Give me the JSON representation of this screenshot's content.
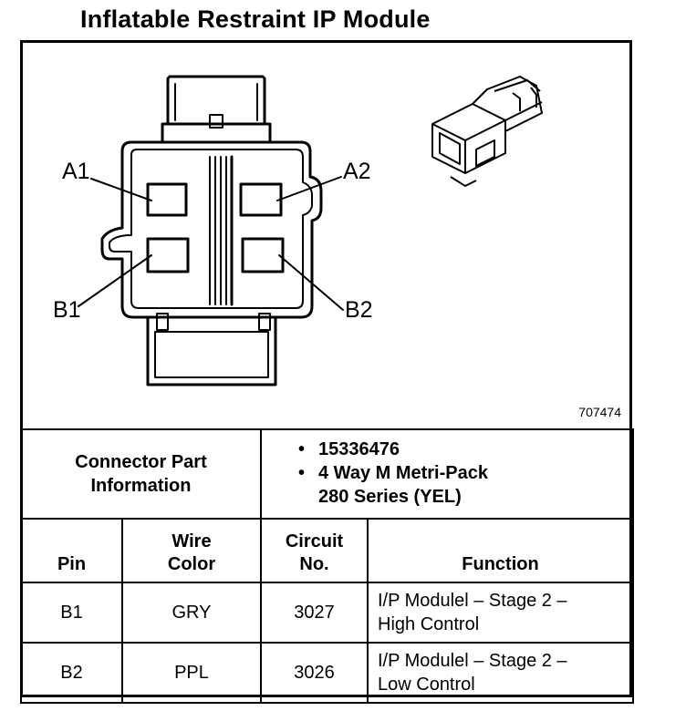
{
  "title": "Inflatable Restraint IP Module",
  "diagram": {
    "pin_labels": {
      "a1": "A1",
      "a2": "A2",
      "b1": "B1",
      "b2": "B2"
    },
    "part_number": "707474"
  },
  "connector_info": {
    "label_line1": "Connector Part",
    "label_line2": "Information",
    "bullet": "•",
    "items": [
      {
        "line1": "15336476",
        "line2": ""
      },
      {
        "line1": "4 Way M Metri-Pack",
        "line2": "280 Series (YEL)"
      }
    ]
  },
  "table": {
    "headers": {
      "pin": "Pin",
      "wire_color_1": "Wire",
      "wire_color_2": "Color",
      "circuit_1": "Circuit",
      "circuit_2": "No.",
      "function": "Function"
    },
    "rows": [
      {
        "pin": "B1",
        "wire_color": "GRY",
        "circuit": "3027",
        "function_1": "I/P Modulel – Stage 2 –",
        "function_2": "High Control"
      },
      {
        "pin": "B2",
        "wire_color": "PPL",
        "circuit": "3026",
        "function_1": "I/P Modulel – Stage 2 –",
        "function_2": "Low Control"
      }
    ]
  }
}
